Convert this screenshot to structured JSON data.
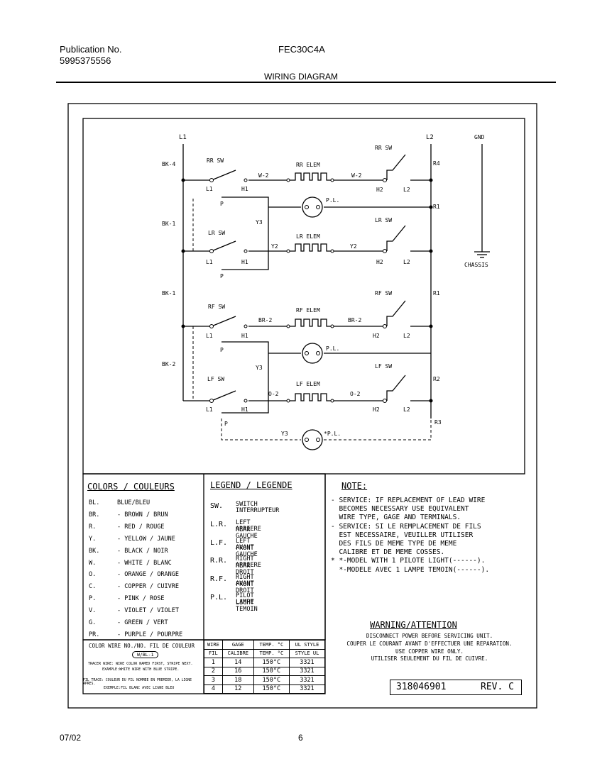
{
  "header": {
    "publication_label": "Publication No.",
    "publication_number": "5995375556",
    "model": "FEC30C4A",
    "title": "WIRING DIAGRAM"
  },
  "footer": {
    "date": "07/02",
    "page": "6"
  },
  "diagram": {
    "l1": "L1",
    "l2": "L2",
    "gnd": "GND",
    "chassis": "CHASSIS",
    "wires": {
      "bk4": "BK-4",
      "bk1a": "BK-1",
      "bk1b": "BK-1",
      "bk2": "BK-2",
      "r4": "R4",
      "r1a": "R1",
      "r1b": "R1",
      "r2": "R2",
      "r3": "R3",
      "y3a": "Y3",
      "y3b": "Y3",
      "y3c": "Y3",
      "w2": "W-2",
      "y2": "Y2",
      "br2": "BR-2",
      "o2": "O-2"
    },
    "rr_sw": "RR SW",
    "rr_elem": "RR ELEM",
    "lr_sw": "LR SW",
    "lr_elem": "LR ELEM",
    "rf_sw": "RF SW",
    "rf_elem": "RF ELEM",
    "lf_sw": "LF SW",
    "lf_elem": "LF ELEM",
    "pl": "P.L.",
    "pl_star": "*P.L.",
    "term_l1": "L1",
    "term_h1": "H1",
    "term_h2": "H2",
    "term_l2": "L2",
    "term_p": "P"
  },
  "colors": {
    "title": "COLORS / COULEURS",
    "items": [
      {
        "code": "BL.",
        "desc": "BLUE/BLEU"
      },
      {
        "code": "BR.",
        "desc": "- BROWN / BRUN"
      },
      {
        "code": "R.",
        "desc": "- RED / ROUGE"
      },
      {
        "code": "Y.",
        "desc": "- YELLOW / JAUNE"
      },
      {
        "code": "BK.",
        "desc": "- BLACK / NOIR"
      },
      {
        "code": "W.",
        "desc": "- WHITE / BLANC"
      },
      {
        "code": "O.",
        "desc": "- ORANGE / ORANGE"
      },
      {
        "code": "C.",
        "desc": "- COPPER / CUIVRE"
      },
      {
        "code": "P.",
        "desc": "- PINK / ROSE"
      },
      {
        "code": "V.",
        "desc": "- VIOLET / VIOLET"
      },
      {
        "code": "G.",
        "desc": "- GREEN / VERT"
      },
      {
        "code": "PR.",
        "desc": "- PURPLE / POURPRE"
      }
    ]
  },
  "legend": {
    "title": "LEGEND / LEGENDE",
    "items": [
      {
        "code": "SW.",
        "l1": "SWITCH",
        "l2": "INTERRUPTEUR"
      },
      {
        "code": "L.R.",
        "l1": "LEFT REAR",
        "l2": "ARRIERE GAUCHE"
      },
      {
        "code": "L.F.",
        "l1": "LEFT FRONT",
        "l2": "AVANT GAUCHE"
      },
      {
        "code": "R.R.",
        "l1": "RIGHT REAR",
        "l2": "ARRIERE DROIT"
      },
      {
        "code": "R.F.",
        "l1": "RIGHT FRONT",
        "l2": "AVANT DROIT"
      },
      {
        "code": "P.L.",
        "l1": "PILOT LIGHT",
        "l2": "LAMPE TEMOIN"
      }
    ]
  },
  "note": {
    "title": "NOTE:",
    "lines": [
      "- SERVICE: IF REPLACEMENT OF LEAD WIRE",
      "  BECOMES NECESSARY USE EQUIVALENT",
      "  WIRE TYPE, GAGE AND TERMINALS.",
      "- SERVICE: SI LE REMPLACEMENT DE FILS",
      "  EST NECESSAIRE, VEUILLER UTILISER",
      "  DES FILS DE MEME TYPE DE MEME",
      "  CALIBRE ET DE MEME COSSES.",
      "* *-MODEL WITH 1 PILOTE LIGHT(------).",
      "  *-MODELE AVEC 1 LAMPE TEMOIN(------)."
    ]
  },
  "warning": {
    "title": "WARNING/ATTENTION",
    "lines": [
      "DISCONNECT POWER BEFORE SERVICING UNIT.",
      "COUPER LE COURANT AVANT D'EFFECTUER UNE REPARATION.",
      "USE COPPER WIRE ONLY.",
      "UTILISER SEULEMENT DU FIL DE CUIVRE."
    ]
  },
  "color_wire": {
    "title": "COLOR WIRE NO./NO. FIL DE COULEUR",
    "badge": "W/BL-1",
    "line1": "TRACER WIRE: WIRE COLOR NAMED FIRST, STRIPE NEXT.",
    "line2": "EXAMPLE:WHITE WIRE WITH BLUE STRIPE.",
    "line3": "FIL TRACE: COULEUR DU FIL NOMMEE EN PREMIER, LA LIGNE APRES.",
    "line4": "EXEMPLE:FIL BLANC AVEC LIGNE BLEU"
  },
  "wire_table": {
    "headers1": [
      "WIRE",
      "GAGE",
      "TEMP. °C",
      "UL STYLE"
    ],
    "headers2": [
      "FIL",
      "CALIBRE",
      "TEMP. °C",
      "STYLE UL"
    ],
    "rows": [
      [
        "1",
        "14",
        "150°C",
        "3321"
      ],
      [
        "2",
        "16",
        "150°C",
        "3321"
      ],
      [
        "3",
        "18",
        "150°C",
        "3321"
      ],
      [
        "4",
        "12",
        "150°C",
        "3321"
      ]
    ]
  },
  "part_number": "318046901",
  "revision": "REV. C"
}
